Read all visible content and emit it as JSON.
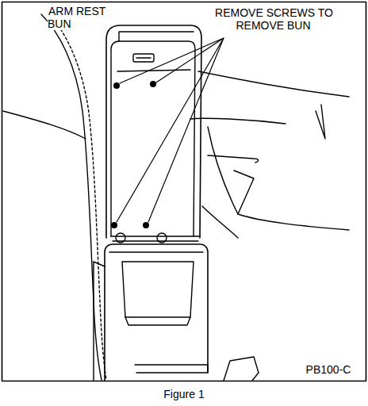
{
  "diagram": {
    "caption": "Figure 1",
    "labels": [
      "ARM REST BUN",
      "REMOVE SCREWS TO REMOVE BUN",
      "PB100-C"
    ]
  }
}
